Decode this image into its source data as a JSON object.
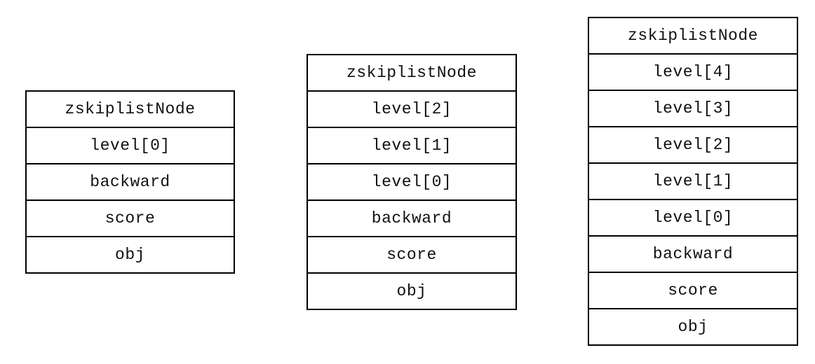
{
  "nodes": [
    {
      "fields": [
        "zskiplistNode",
        "level[0]",
        "backward",
        "score",
        "obj"
      ]
    },
    {
      "fields": [
        "zskiplistNode",
        "level[2]",
        "level[1]",
        "level[0]",
        "backward",
        "score",
        "obj"
      ]
    },
    {
      "fields": [
        "zskiplistNode",
        "level[4]",
        "level[3]",
        "level[2]",
        "level[1]",
        "level[0]",
        "backward",
        "score",
        "obj"
      ]
    }
  ]
}
